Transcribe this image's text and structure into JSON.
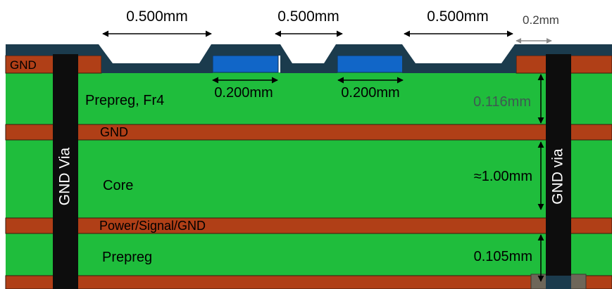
{
  "dimensions": {
    "top_gaps": [
      "0.500mm",
      "0.500mm",
      "0.500mm"
    ],
    "via_clearance": "0.2mm",
    "trace_widths": [
      "0.200mm",
      "0.200mm"
    ],
    "prepreg_top_thickness": "0.116mm",
    "core_thickness": "≈1.00mm",
    "prepreg_bottom_thickness": "0.105mm"
  },
  "layers": {
    "top_ground": "GND",
    "prepreg_top": "Prepreg, Fr4",
    "inner_ground": "GND",
    "core": "Core",
    "inner_mixed": "Power/Signal/GND",
    "prepreg_bottom": "Prepreg"
  },
  "vias": {
    "left": "GND Via",
    "right": "GND via"
  },
  "colors": {
    "dielectric": "#1fbd3c",
    "copper": "#b03f17",
    "signal_trace": "#1166c8",
    "solder_mask": "#1b3b4d",
    "via": "#0d0d0d",
    "via_pad": "#6e6659",
    "dimension_line": "#000000",
    "clearance_marker": "#8a8a8a",
    "thickness_text": "#3e5a52"
  }
}
